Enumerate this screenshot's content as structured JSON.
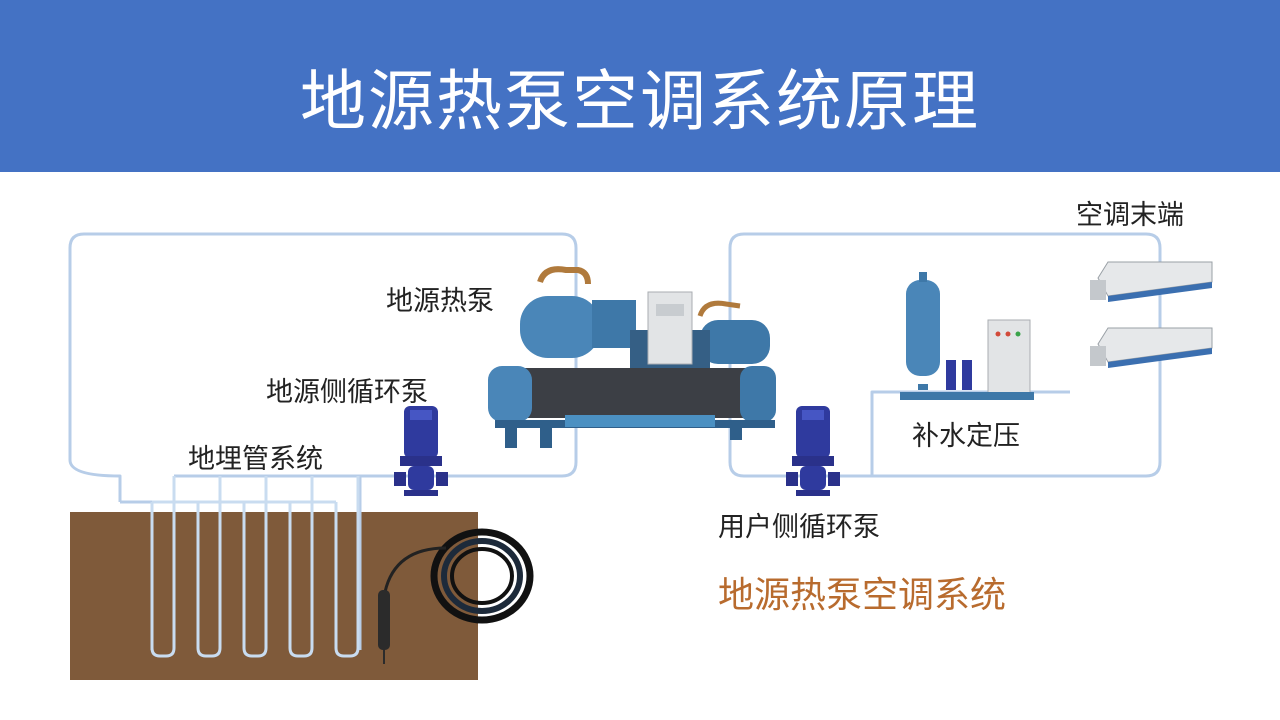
{
  "title": "地源热泵空调系统原理",
  "labels": {
    "heat_pump": "地源热泵",
    "source_pump": "地源侧循环泵",
    "ground_loop": "地埋管系统",
    "user_pump": "用户侧循环泵",
    "makeup_water": "补水定压",
    "terminal": "空调末端"
  },
  "caption": "地源热泵空调系统",
  "colors": {
    "header": "#4472c4",
    "pipe": "#b7cde8",
    "soil": "#7f5a3a",
    "equipment_blue": "#3e78a8",
    "caption": "#b86b2e"
  }
}
